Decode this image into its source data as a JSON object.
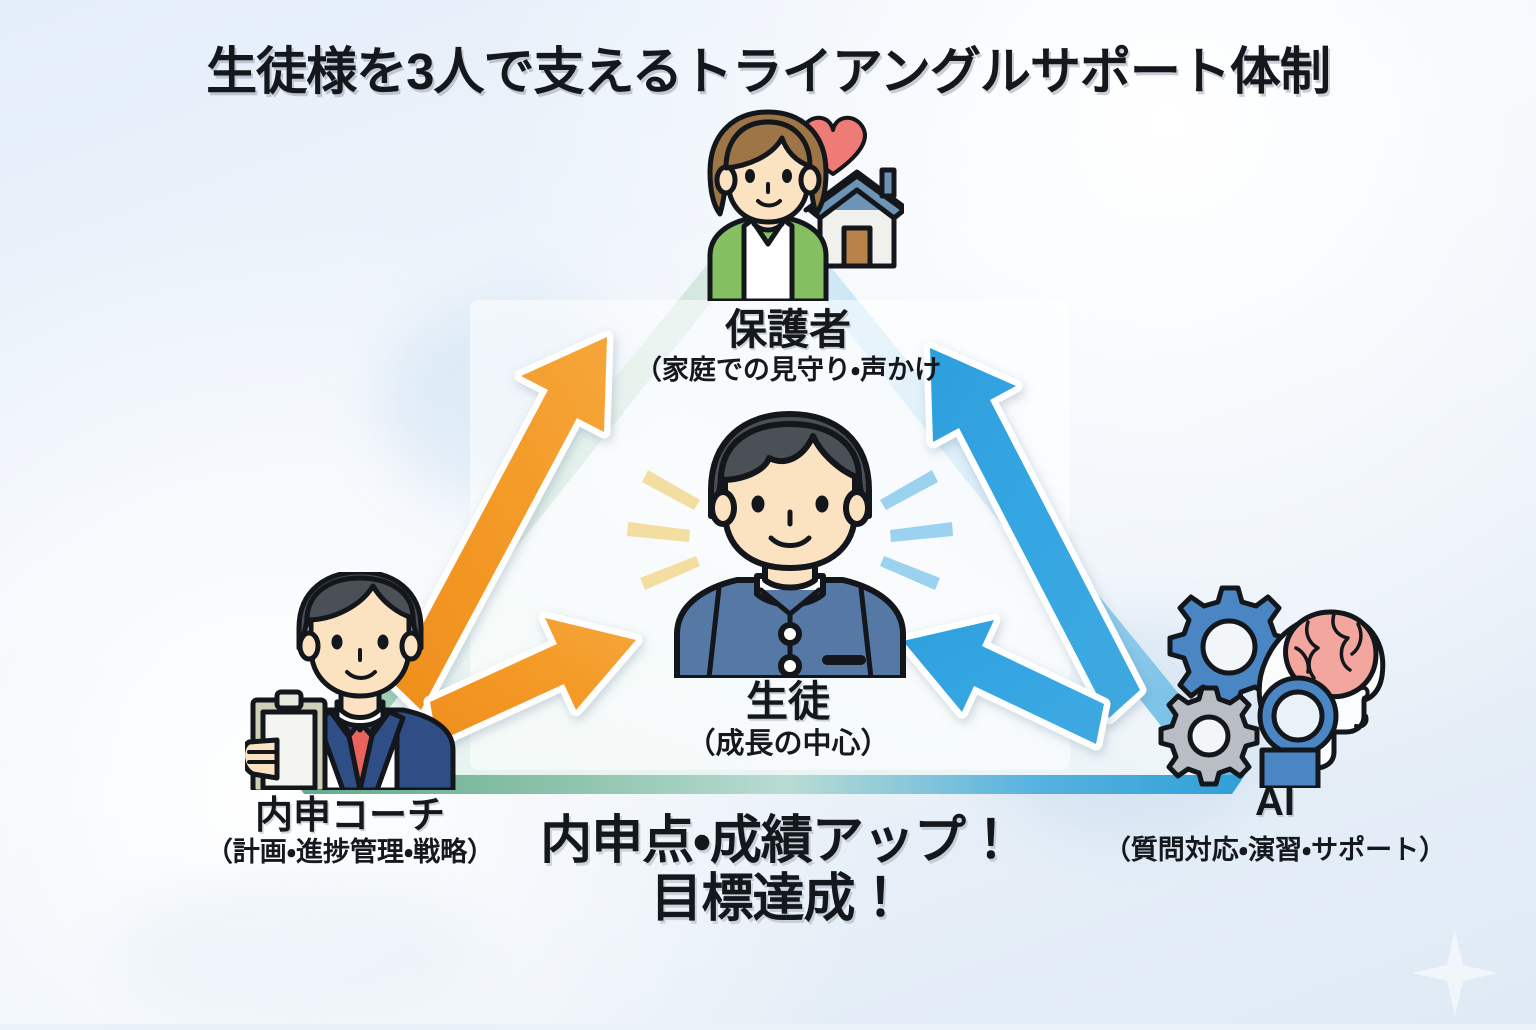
{
  "title": "生徒様を3人で支えるトライアングルサポート体制",
  "nodes": {
    "parent": {
      "name": "保護者",
      "subtitle": "（家庭での見守り・声かけ",
      "icon": "parent-with-house-icon",
      "position": "top-apex"
    },
    "student": {
      "name": "生徒",
      "subtitle": "（成長の中心）",
      "icon": "student-boy-icon",
      "position": "center"
    },
    "coach": {
      "name": "内申コーチ",
      "subtitle": "（計画・進捗管理・戦略）",
      "icon": "coach-businessman-clipboard-icon",
      "position": "bottom-left"
    },
    "ai": {
      "name": "AI",
      "subtitle": "（質問対応・演習・サポート）",
      "icon": "ai-brain-gears-head-icon",
      "position": "bottom-right"
    }
  },
  "banner": {
    "line1": "内申点・成績アップ！",
    "line2": "目標達成！"
  },
  "arrows": {
    "coach_to_parent": {
      "name": "orange-arrow-up-right",
      "color": "#f29221"
    },
    "coach_to_student": {
      "name": "orange-arrow-up-right-short",
      "color": "#f29221"
    },
    "ai_to_parent": {
      "name": "blue-arrow-up-left",
      "color": "#35a8e0"
    },
    "ai_to_student": {
      "name": "blue-arrow-up-left-short",
      "color": "#35a8e0"
    }
  },
  "colors": {
    "background": "#e9f1f9",
    "triangle_left_edge": "#8fc9a6",
    "triangle_right_edge": "#7fc3e8",
    "triangle_base_left": "#63a98b",
    "triangle_base_right": "#2f9fd6",
    "orange": "#f29221",
    "blue": "#35a8e0",
    "text": "#14181d",
    "heart": "#ef7b76",
    "brain": "#f2a69d",
    "coach_suit": "#2f4e86",
    "coach_tie": "#e8635e",
    "student_uniform": "#5578a4",
    "parent_cardigan": "#84bf62",
    "house_roof": "#6d93b5",
    "house_door": "#b8834a",
    "gear_blue": "#4a86c4",
    "gear_gray": "#b9bec4",
    "skin": "#fbe3c2",
    "hair_dark": "#4a5055",
    "hair_brown": "#9d7546"
  },
  "decorations": {
    "student_rays_left_color": "#f5dfa2",
    "student_rays_right_color": "#9bd3ef",
    "sparkle": "white-four-point-star"
  }
}
